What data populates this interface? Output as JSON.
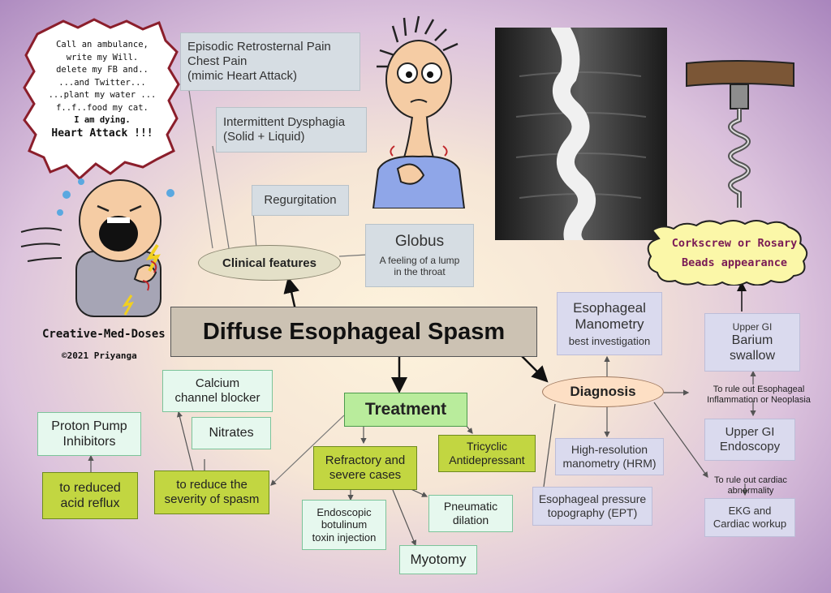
{
  "speech": {
    "lines": [
      "Call an ambulance,",
      "write my Will.",
      "delete my FB and..",
      "...and Twitter...",
      "...plant my water ...",
      "f..f..food my cat.",
      "I am dying.",
      "Heart Attack !!!"
    ]
  },
  "brand": {
    "name": "Creative-Med-Doses",
    "copyright": "©2021 Priyanga"
  },
  "title": "Diffuse Esophageal Spasm",
  "clinical": {
    "label": "Clinical features",
    "pain": [
      "Episodic Retrosternal Pain",
      "Chest Pain",
      "(mimic Heart Attack)"
    ],
    "dysphagia": [
      "Intermittent Dysphagia",
      "(Solid + Liquid)"
    ],
    "regurgitation": "Regurgitation",
    "globus_title": "Globus",
    "globus_desc": [
      "A feeling of a lump",
      "in the throat"
    ]
  },
  "corkscrew": [
    "Corkscrew or Rosary",
    "Beads appearance"
  ],
  "diagnosis": {
    "label": "Diagnosis",
    "manometry": [
      "Esophageal",
      "Manometry"
    ],
    "manometry_sub": "best investigation",
    "barium": [
      "Upper GI",
      "Barium",
      "swallow"
    ],
    "rule_out_1": [
      "To rule out Esophageal",
      "Inflammation or Neoplasia"
    ],
    "endoscopy": [
      "Upper GI",
      "Endoscopy"
    ],
    "hrm": [
      "High-resolution",
      "manometry (HRM)"
    ],
    "ept": [
      "Esophageal pressure",
      "topography (EPT)"
    ],
    "rule_out_2": [
      "To rule out cardiac",
      "abnormality"
    ],
    "ekg": [
      "EKG and",
      "Cardiac workup"
    ]
  },
  "treatment": {
    "label": "Treatment",
    "ccb": [
      "Calcium",
      "channel blocker"
    ],
    "nitrates": "Nitrates",
    "ppi": [
      "Proton Pump",
      "Inhibitors"
    ],
    "reflux": [
      "to reduced",
      "acid reflux"
    ],
    "severity": [
      "to reduce the",
      "severity of spasm"
    ],
    "refractory": [
      "Refractory and",
      "severe cases"
    ],
    "tca": [
      "Tricyclic",
      "Antidepressant"
    ],
    "botox": [
      "Endoscopic",
      "botulinum",
      "toxin injection"
    ],
    "pneumatic": [
      "Pneumatic",
      "dilation"
    ],
    "myotomy": "Myotomy"
  },
  "colors": {
    "title_bg": "#ccc2b3",
    "cork_bg": "#fbf7a8",
    "cork_text": "#7a1a55",
    "diag_oval": "#fddfc4",
    "clin_oval": "#e4e0c8"
  }
}
